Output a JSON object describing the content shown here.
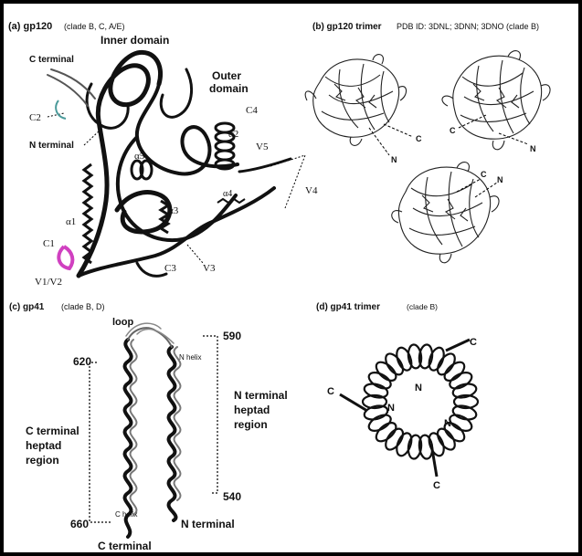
{
  "panel_a": {
    "title": "(a) gp120",
    "subtitle": "(clade B, C, A/E)",
    "labels": {
      "inner_domain": "Inner domain",
      "outer_domain_line1": "Outer",
      "outer_domain_line2": "domain",
      "c_terminal": "C terminal",
      "n_terminal": "N terminal",
      "c1": "C1",
      "c2": "C2",
      "c3": "C3",
      "c4": "C4",
      "v1v2": "V1/V2",
      "v3": "V3",
      "v4": "V4",
      "v5": "V5",
      "alpha1": "α1",
      "alpha2": "α2",
      "alpha3": "α3",
      "alpha4": "α4",
      "alpha5": "α5"
    }
  },
  "panel_b": {
    "title": "(b) gp120 trimer",
    "subtitle": "PDB ID: 3DNL; 3DNN; 3DNO (clade B)",
    "label_c": "C",
    "label_n": "N"
  },
  "panel_c": {
    "title": "(c) gp41",
    "subtitle": "(clade B, D)",
    "labels": {
      "loop": "loop",
      "n_helix": "N helix",
      "c_helix": "C helix",
      "n_terminal": "N terminal",
      "c_terminal": "C terminal",
      "c_region_line1": "C terminal",
      "c_region_line2": "heptad",
      "c_region_line3": "region",
      "n_region_line1": "N terminal",
      "n_region_line2": "heptad",
      "n_region_line3": "region",
      "res_590": "590",
      "res_620": "620",
      "res_540": "540",
      "res_660": "660"
    }
  },
  "panel_d": {
    "title": "(d) gp41 trimer",
    "subtitle": "(clade B)",
    "label_c": "C",
    "label_n": "N"
  },
  "colors": {
    "border": "#000000",
    "ribbon": "#111111",
    "v1v2_accent": "#d040c0",
    "c2_accent": "#4a9a9a"
  }
}
